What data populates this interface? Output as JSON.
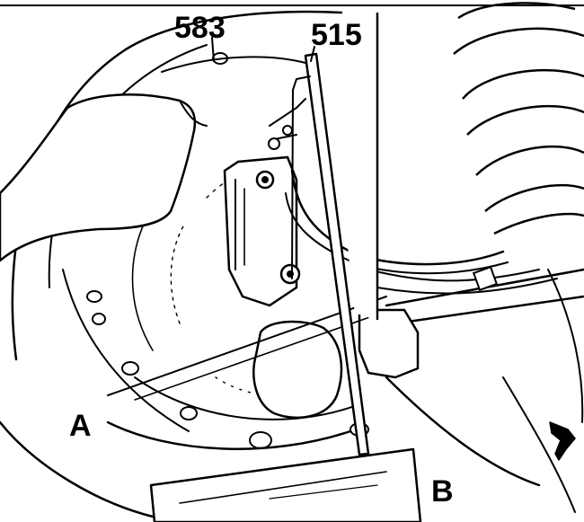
{
  "labels": {
    "part_583": "583",
    "part_515": "515",
    "point_a": "A",
    "point_b": "B"
  },
  "colors": {
    "ink": "#000000",
    "paper": "#ffffff"
  }
}
